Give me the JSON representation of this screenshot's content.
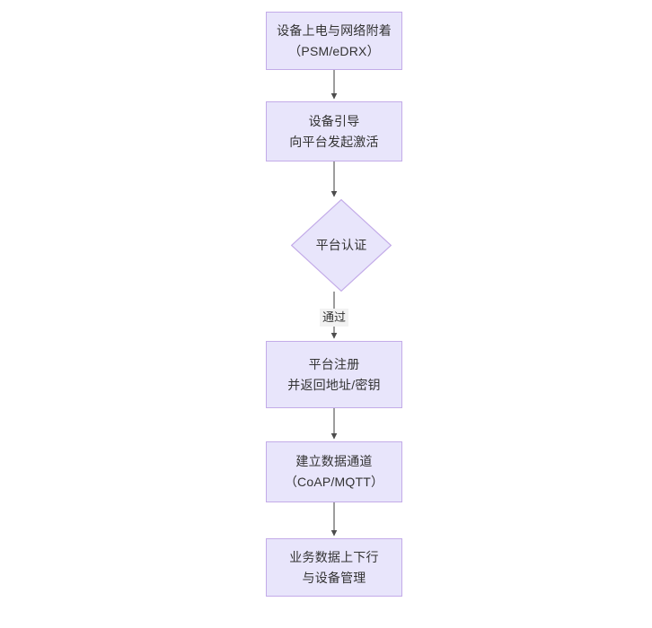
{
  "diagram": {
    "type": "flowchart",
    "orientation": "top-to-bottom",
    "background_color": "#ffffff",
    "node_fill_color": "#e8e5fb",
    "node_border_color": "#c3abe8",
    "text_color": "#333333",
    "connector_color": "#4d4d4d",
    "edge_label_background": "#f2f2f2",
    "nodes": [
      {
        "id": "power",
        "shape": "rectangle",
        "label": "设备上电与网络附着\n（PSM/eDRX）",
        "line1": "设备上电与网络附着",
        "line2": "（PSM/eDRX）"
      },
      {
        "id": "bootstrap",
        "shape": "rectangle",
        "label": "设备引导\n向平台发起激活",
        "line1": "设备引导",
        "line2": "向平台发起激活"
      },
      {
        "id": "decision",
        "shape": "diamond",
        "label": "平台认证"
      },
      {
        "id": "register",
        "shape": "rectangle",
        "label": "平台注册\n并返回地址/密钥",
        "line1": "平台注册",
        "line2": "并返回地址/密钥"
      },
      {
        "id": "channel",
        "shape": "rectangle",
        "label": "建立数据通道\n（CoAP/MQTT）",
        "line1": "建立数据通道",
        "line2": "（CoAP/MQTT）"
      },
      {
        "id": "data",
        "shape": "rectangle",
        "label": "业务数据上下行\n与设备管理",
        "line1": "业务数据上下行",
        "line2": "与设备管理"
      }
    ],
    "edges": [
      {
        "from": "power",
        "to": "bootstrap",
        "label": ""
      },
      {
        "from": "bootstrap",
        "to": "decision",
        "label": ""
      },
      {
        "from": "decision",
        "to": "register",
        "label": "通过"
      },
      {
        "from": "register",
        "to": "channel",
        "label": ""
      },
      {
        "from": "channel",
        "to": "data",
        "label": ""
      }
    ]
  }
}
